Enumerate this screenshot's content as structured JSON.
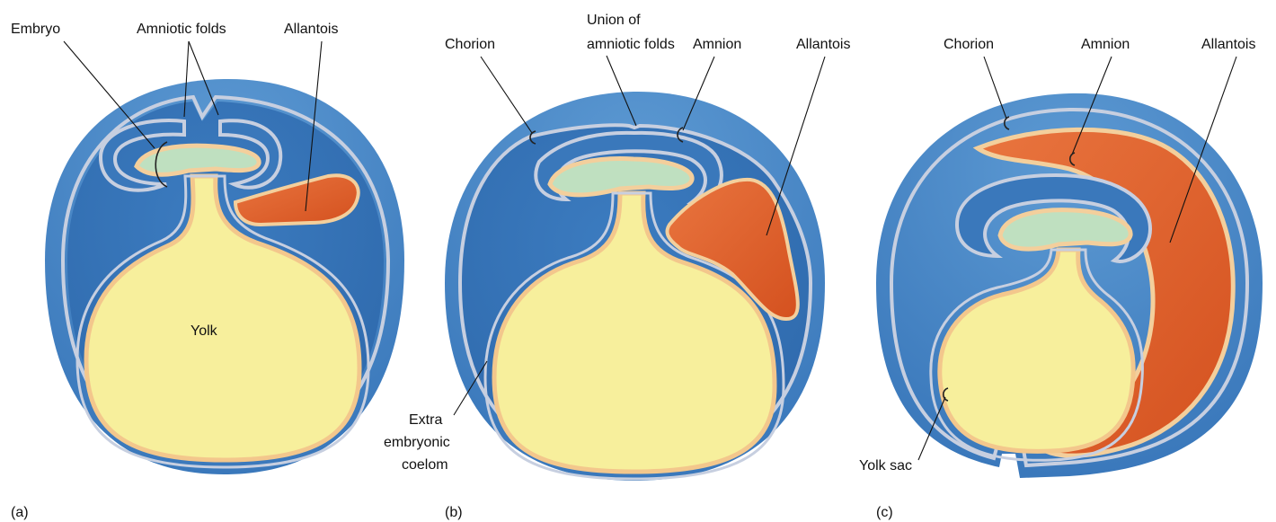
{
  "colors": {
    "coelom_blue": "#3f80c2",
    "shell_blue": "#4a8ccb",
    "membrane": "#c7cfe0",
    "yolk": "#f7ef9c",
    "yolk_border": "#f3c78c",
    "allantois": "#e2622f",
    "embryo_green": "#bfe0c0",
    "embryo_peach": "#f3cf9c"
  },
  "panel_a": {
    "labels": {
      "embryo": "Embryo",
      "amniotic_folds": "Amniotic folds",
      "allantois": "Allantois",
      "yolk": "Yolk"
    },
    "letter": "(a)"
  },
  "panel_b": {
    "labels": {
      "chorion": "Chorion",
      "union_line1": "Union of",
      "union_line2": "amniotic folds",
      "amnion": "Amnion",
      "allantois": "Allantois",
      "coelom_line1": "Extra",
      "coelom_line2": "embryonic",
      "coelom_line3": "coelom"
    },
    "letter": "(b)"
  },
  "panel_c": {
    "labels": {
      "chorion": "Chorion",
      "amnion": "Amnion",
      "allantois": "Allantois",
      "yolk_sac": "Yolk sac"
    },
    "letter": "(c)"
  }
}
